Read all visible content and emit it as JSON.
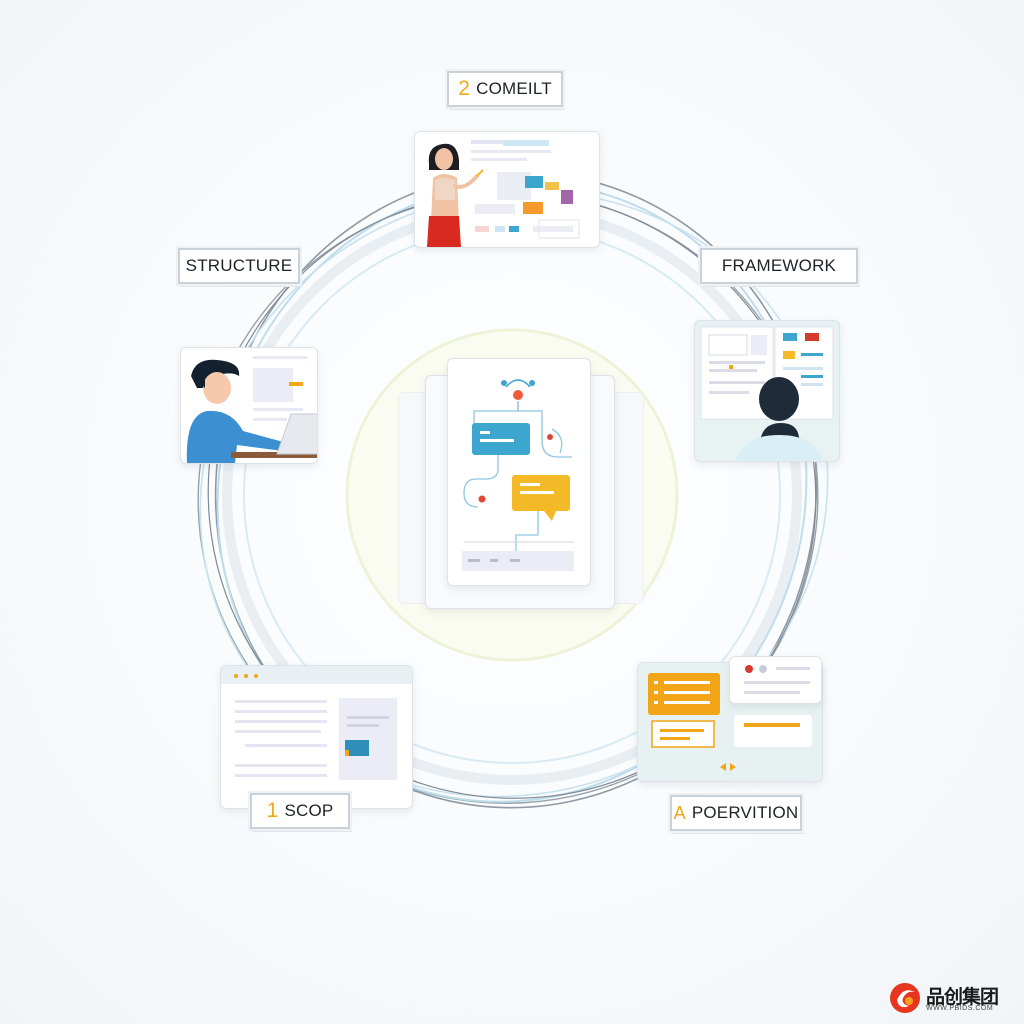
{
  "stages": {
    "top": {
      "number": "2",
      "text": "COMEILT"
    },
    "top_left": {
      "text": "STRUCTURE"
    },
    "top_right": {
      "text": "FRAMEWORK"
    },
    "bottom_left": {
      "number": "1",
      "text": "SCOP"
    },
    "bottom_right": {
      "number": "A",
      "text": "POERVITION"
    }
  },
  "watermark": {
    "brand": "品创集团",
    "url": "WWW.PBIDS.COM"
  },
  "colors": {
    "accent_orange": "#f2a516",
    "accent_blue": "#3da6cf",
    "accent_red": "#d63a2a",
    "ring_gray": "#8f99a3",
    "ring_blue": "#bfdcec"
  },
  "icons": [
    "presenter-illustration",
    "laptop-user-illustration",
    "dashboard-viewer-illustration",
    "document-card-illustration",
    "kanban-card-illustration",
    "flow-chart-illustration"
  ]
}
